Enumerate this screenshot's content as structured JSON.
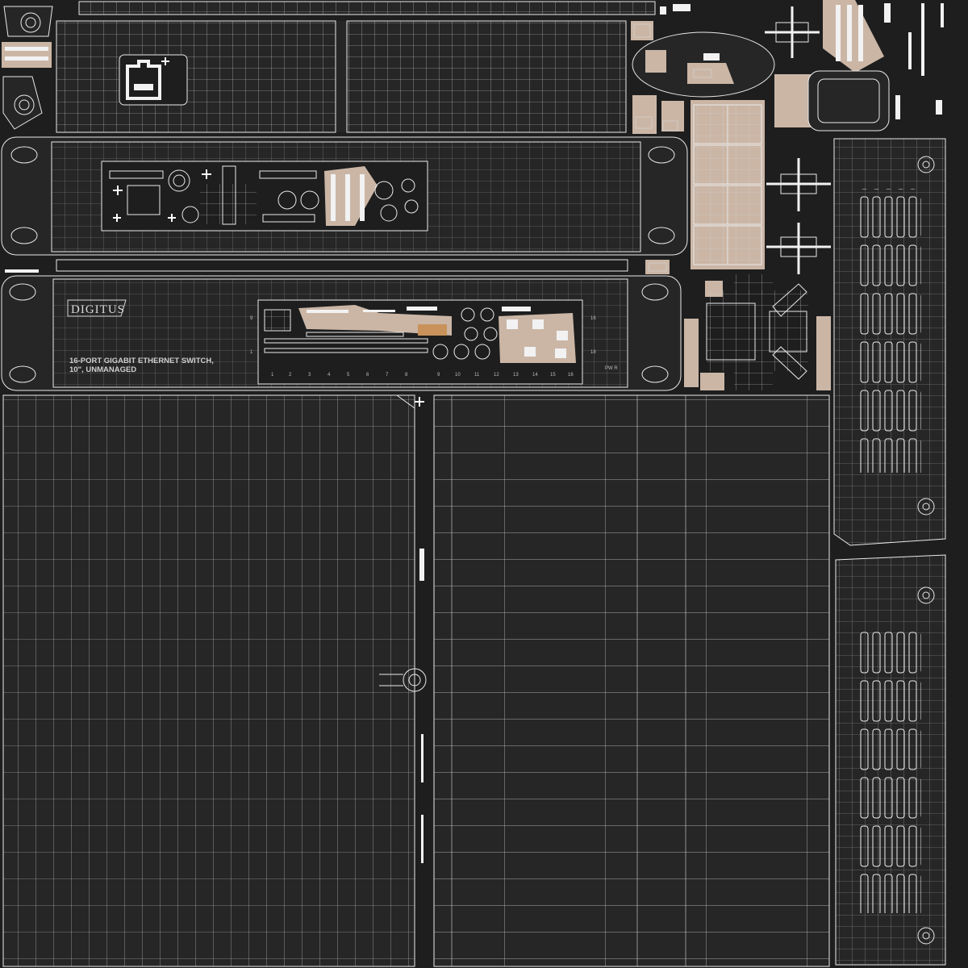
{
  "brand": {
    "logo": "DIGITUS"
  },
  "product": {
    "line1": "16-PORT GIGABIT ETHERNET SWITCH,",
    "line2": "10\", UNMANAGED"
  },
  "port_numbers": [
    "1",
    "2",
    "3",
    "4",
    "5",
    "6",
    "7",
    "8",
    "9",
    "10",
    "11",
    "12",
    "13",
    "14",
    "15",
    "16"
  ],
  "side_numbers": {
    "top_left": "9",
    "bottom_left": "1",
    "top_right": "16",
    "bottom_right": "18",
    "pwr": "PW R"
  },
  "colors": {
    "background": "#1e1e1e",
    "wire": "#e9e9e9",
    "island": "#cbb6a6",
    "accent": "#c8925a"
  }
}
